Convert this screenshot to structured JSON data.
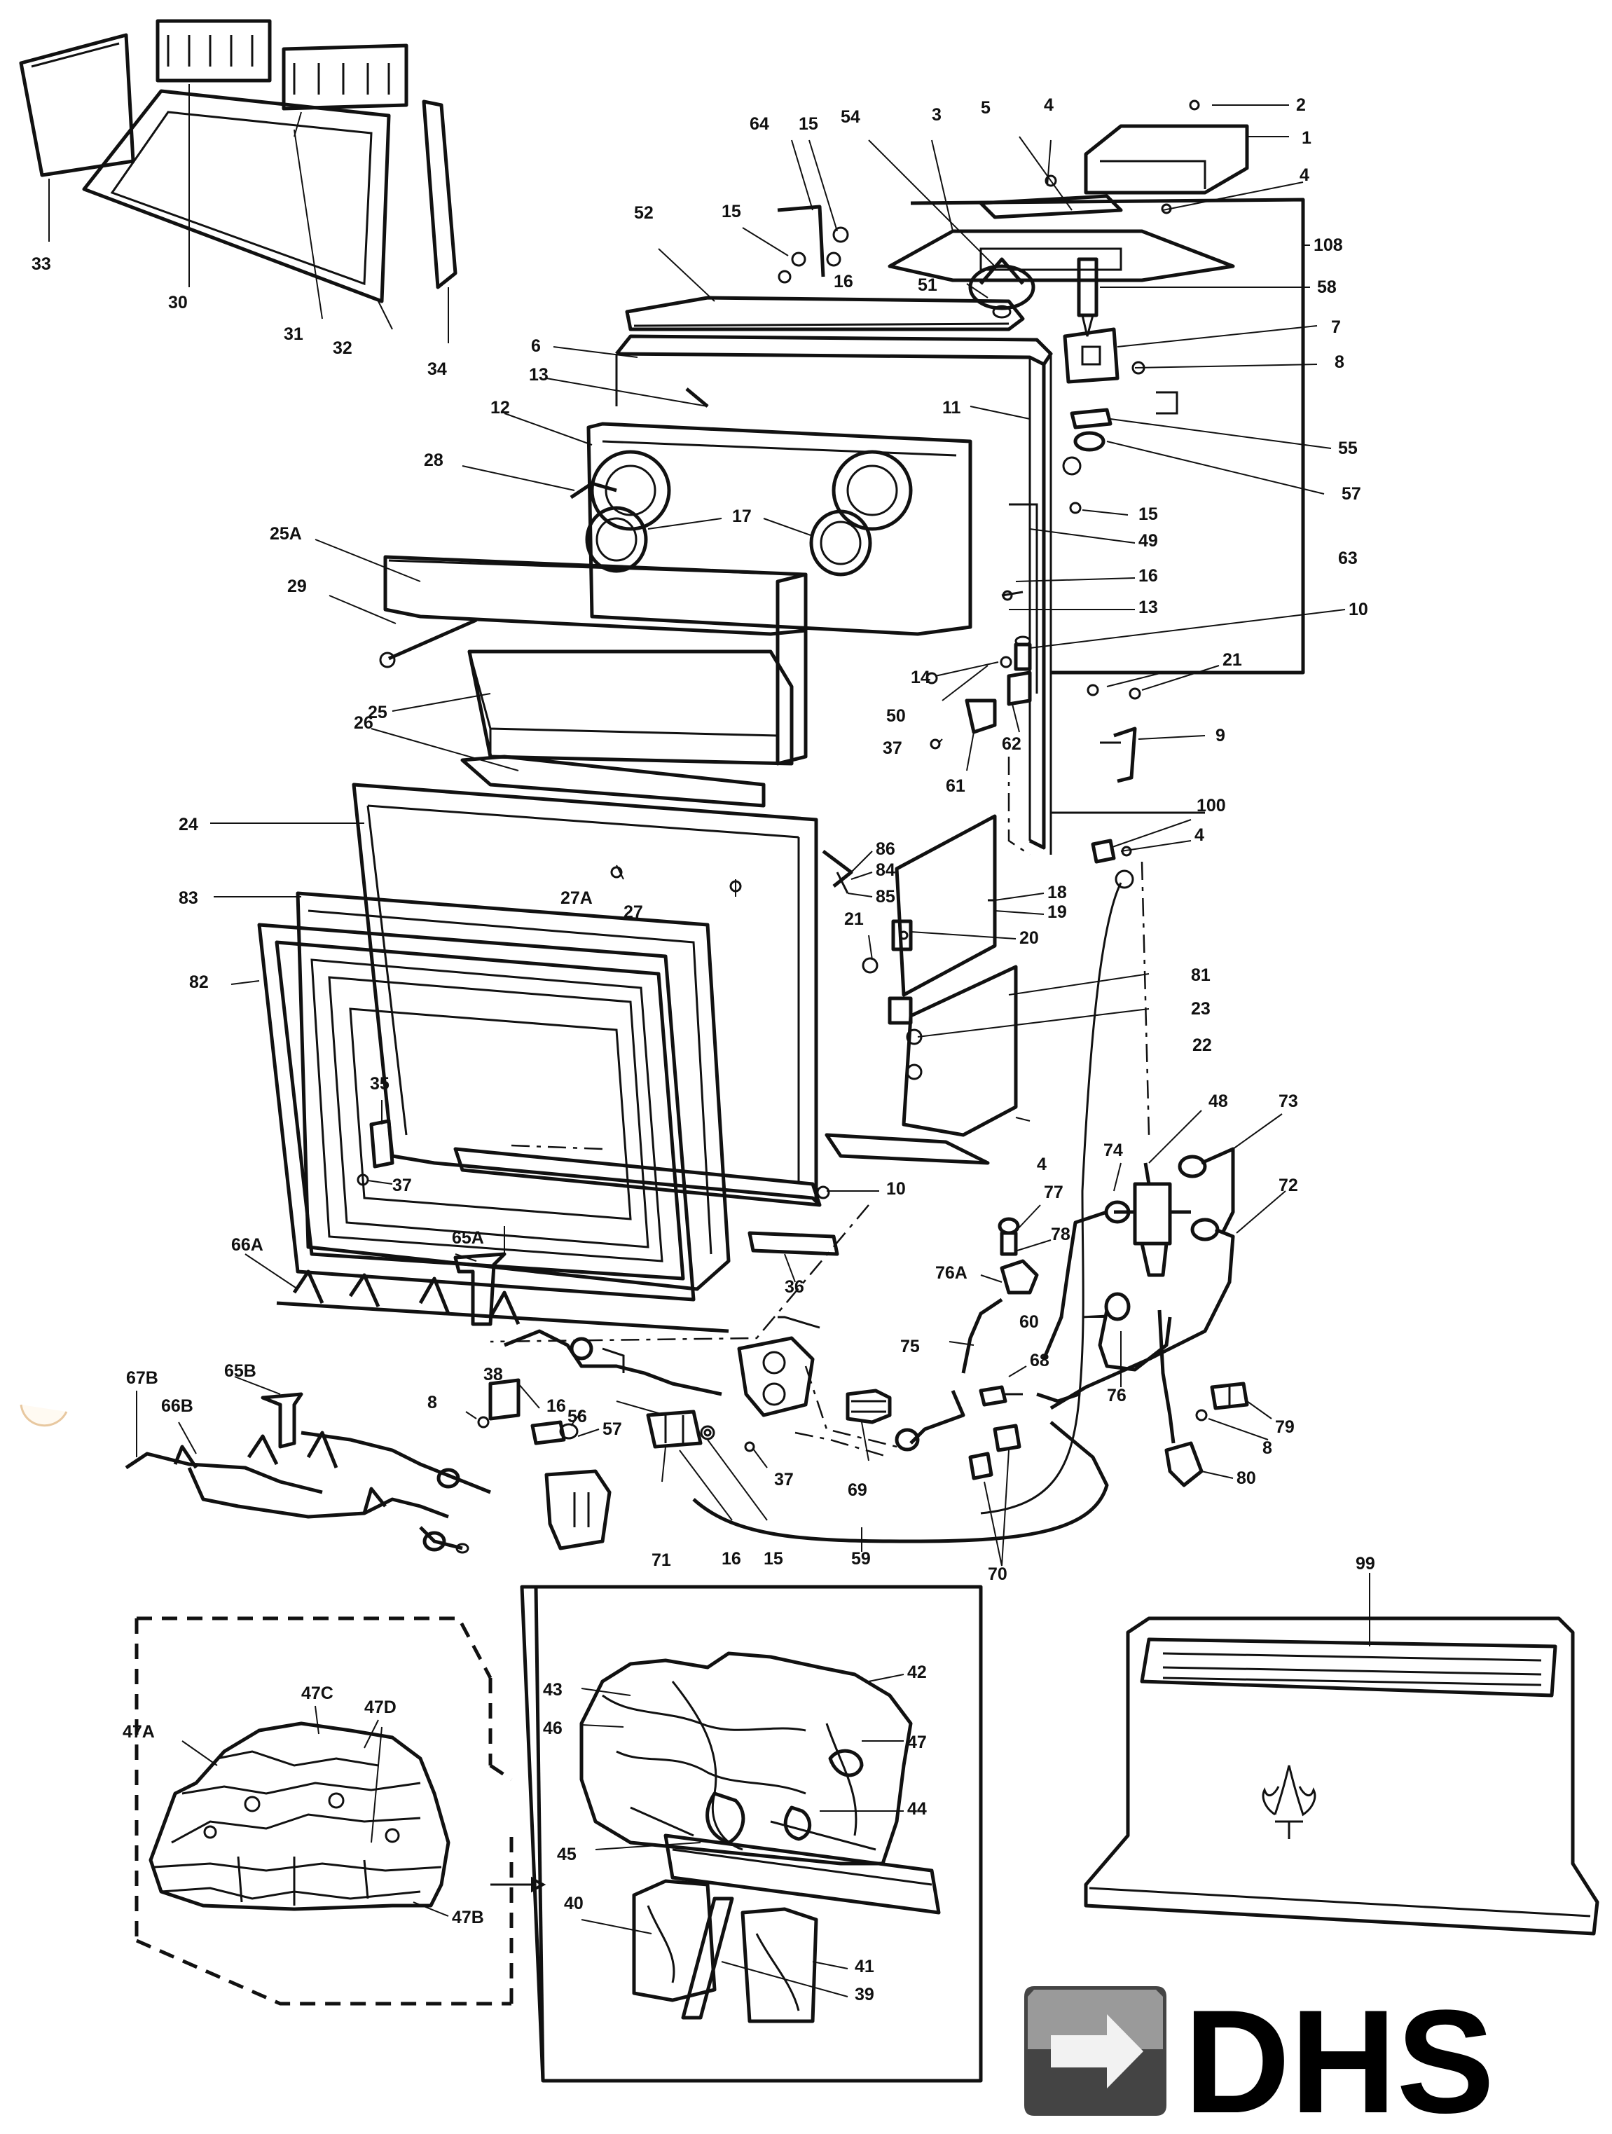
{
  "diagram": {
    "callouts": [
      {
        "id": "c1",
        "text": "1"
      },
      {
        "id": "c2",
        "text": "2"
      },
      {
        "id": "c3",
        "text": "3"
      },
      {
        "id": "c4a",
        "text": "4"
      },
      {
        "id": "c4b",
        "text": "4"
      },
      {
        "id": "c4c",
        "text": "4"
      },
      {
        "id": "c4d",
        "text": "4"
      },
      {
        "id": "c5",
        "text": "5"
      },
      {
        "id": "c6",
        "text": "6"
      },
      {
        "id": "c7",
        "text": "7"
      },
      {
        "id": "c8a",
        "text": "8"
      },
      {
        "id": "c8b",
        "text": "8"
      },
      {
        "id": "c8c",
        "text": "8"
      },
      {
        "id": "c9",
        "text": "9"
      },
      {
        "id": "c10a",
        "text": "10"
      },
      {
        "id": "c10b",
        "text": "10"
      },
      {
        "id": "c11",
        "text": "11"
      },
      {
        "id": "c12",
        "text": "12"
      },
      {
        "id": "c13a",
        "text": "13"
      },
      {
        "id": "c13b",
        "text": "13"
      },
      {
        "id": "c14",
        "text": "14"
      },
      {
        "id": "c15a",
        "text": "15"
      },
      {
        "id": "c15b",
        "text": "15"
      },
      {
        "id": "c15c",
        "text": "15"
      },
      {
        "id": "c15d",
        "text": "15"
      },
      {
        "id": "c16a",
        "text": "16"
      },
      {
        "id": "c16b",
        "text": "16"
      },
      {
        "id": "c16c",
        "text": "16"
      },
      {
        "id": "c16d",
        "text": "16"
      },
      {
        "id": "c17",
        "text": "17"
      },
      {
        "id": "c18",
        "text": "18"
      },
      {
        "id": "c19",
        "text": "19"
      },
      {
        "id": "c20",
        "text": "20"
      },
      {
        "id": "c21a",
        "text": "21"
      },
      {
        "id": "c21b",
        "text": "21"
      },
      {
        "id": "c22",
        "text": "22"
      },
      {
        "id": "c23",
        "text": "23"
      },
      {
        "id": "c24",
        "text": "24"
      },
      {
        "id": "c25",
        "text": "25"
      },
      {
        "id": "c25A",
        "text": "25A"
      },
      {
        "id": "c26",
        "text": "26"
      },
      {
        "id": "c27",
        "text": "27"
      },
      {
        "id": "c27A",
        "text": "27A"
      },
      {
        "id": "c28",
        "text": "28"
      },
      {
        "id": "c29",
        "text": "29"
      },
      {
        "id": "c30",
        "text": "30"
      },
      {
        "id": "c31",
        "text": "31"
      },
      {
        "id": "c32",
        "text": "32"
      },
      {
        "id": "c33",
        "text": "33"
      },
      {
        "id": "c34",
        "text": "34"
      },
      {
        "id": "c35",
        "text": "35"
      },
      {
        "id": "c36",
        "text": "36"
      },
      {
        "id": "c37a",
        "text": "37"
      },
      {
        "id": "c37b",
        "text": "37"
      },
      {
        "id": "c37c",
        "text": "37"
      },
      {
        "id": "c38",
        "text": "38"
      },
      {
        "id": "c39",
        "text": "39"
      },
      {
        "id": "c40",
        "text": "40"
      },
      {
        "id": "c41",
        "text": "41"
      },
      {
        "id": "c42",
        "text": "42"
      },
      {
        "id": "c43",
        "text": "43"
      },
      {
        "id": "c44",
        "text": "44"
      },
      {
        "id": "c45",
        "text": "45"
      },
      {
        "id": "c46",
        "text": "46"
      },
      {
        "id": "c47",
        "text": "47"
      },
      {
        "id": "c47A",
        "text": "47A"
      },
      {
        "id": "c47B",
        "text": "47B"
      },
      {
        "id": "c47C",
        "text": "47C"
      },
      {
        "id": "c47D",
        "text": "47D"
      },
      {
        "id": "c48",
        "text": "48"
      },
      {
        "id": "c49",
        "text": "49"
      },
      {
        "id": "c50",
        "text": "50"
      },
      {
        "id": "c51",
        "text": "51"
      },
      {
        "id": "c52",
        "text": "52"
      },
      {
        "id": "c54",
        "text": "54"
      },
      {
        "id": "c55",
        "text": "55"
      },
      {
        "id": "c56",
        "text": "56"
      },
      {
        "id": "c57a",
        "text": "57"
      },
      {
        "id": "c57b",
        "text": "57"
      },
      {
        "id": "c58",
        "text": "58"
      },
      {
        "id": "c59",
        "text": "59"
      },
      {
        "id": "c60",
        "text": "60"
      },
      {
        "id": "c61",
        "text": "61"
      },
      {
        "id": "c62",
        "text": "62"
      },
      {
        "id": "c63",
        "text": "63"
      },
      {
        "id": "c64",
        "text": "64"
      },
      {
        "id": "c65A",
        "text": "65A"
      },
      {
        "id": "c65B",
        "text": "65B"
      },
      {
        "id": "c66A",
        "text": "66A"
      },
      {
        "id": "c66B",
        "text": "66B"
      },
      {
        "id": "c67B",
        "text": "67B"
      },
      {
        "id": "c68",
        "text": "68"
      },
      {
        "id": "c69",
        "text": "69"
      },
      {
        "id": "c70",
        "text": "70"
      },
      {
        "id": "c71",
        "text": "71"
      },
      {
        "id": "c72",
        "text": "72"
      },
      {
        "id": "c73",
        "text": "73"
      },
      {
        "id": "c74",
        "text": "74"
      },
      {
        "id": "c75",
        "text": "75"
      },
      {
        "id": "c76",
        "text": "76"
      },
      {
        "id": "c76A",
        "text": "76A"
      },
      {
        "id": "c77",
        "text": "77"
      },
      {
        "id": "c78",
        "text": "78"
      },
      {
        "id": "c79",
        "text": "79"
      },
      {
        "id": "c80",
        "text": "80"
      },
      {
        "id": "c81",
        "text": "81"
      },
      {
        "id": "c82",
        "text": "82"
      },
      {
        "id": "c83",
        "text": "83"
      },
      {
        "id": "c84",
        "text": "84"
      },
      {
        "id": "c85",
        "text": "85"
      },
      {
        "id": "c86",
        "text": "86"
      },
      {
        "id": "c99",
        "text": "99"
      },
      {
        "id": "c100",
        "text": "100"
      },
      {
        "id": "c108",
        "text": "108"
      }
    ]
  },
  "logo": {
    "text": "DHS",
    "color": "#000000",
    "mark_color": "#555555"
  }
}
